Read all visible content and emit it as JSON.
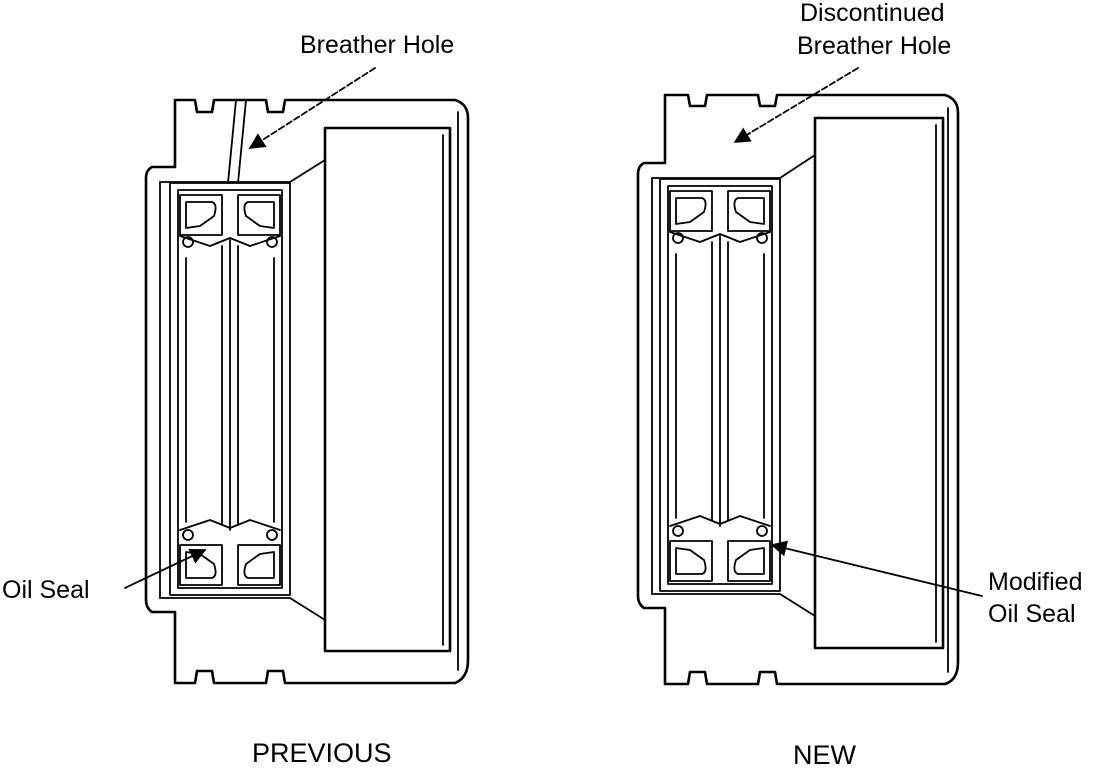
{
  "labels": {
    "breather_hole": "Breather Hole",
    "discontinued_line1": "Discontinued",
    "discontinued_line2": "Breather Hole",
    "oil_seal": "Oil Seal",
    "modified_line1": "Modified",
    "modified_line2": "Oil Seal"
  },
  "captions": {
    "previous": "PREVIOUS",
    "new": "NEW"
  }
}
